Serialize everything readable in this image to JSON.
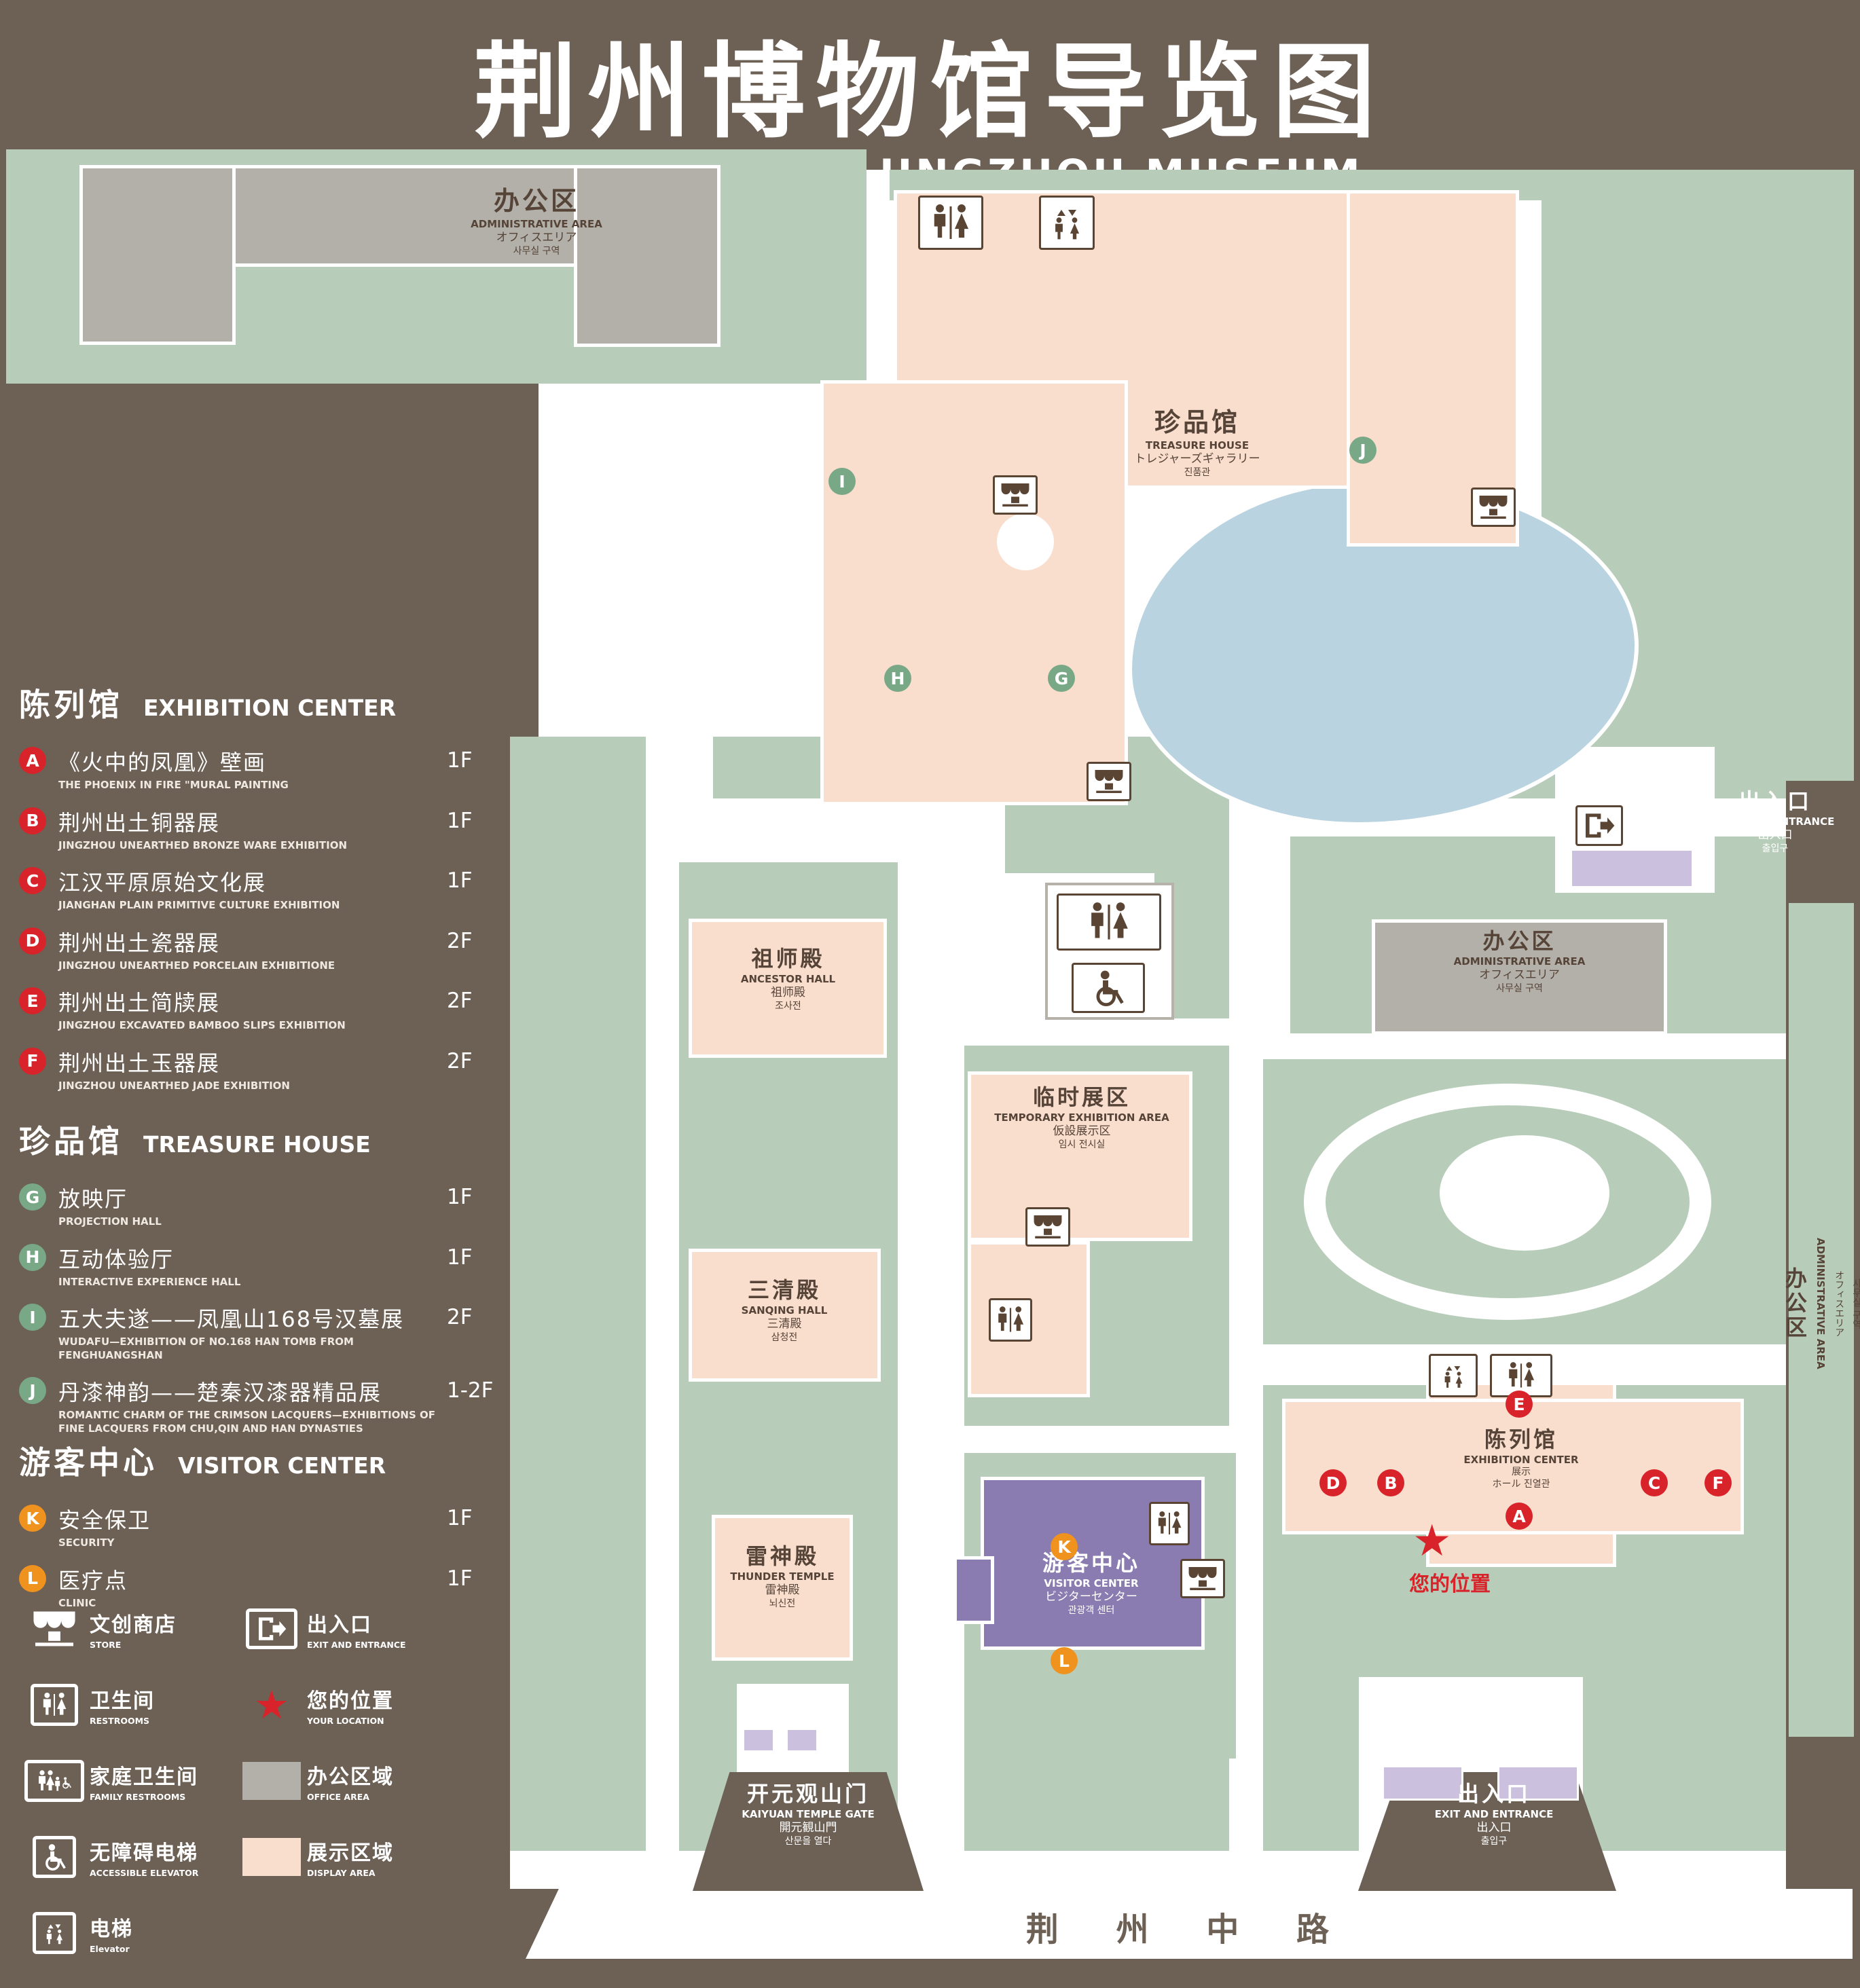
{
  "title": {
    "zh": "荆州博物馆导览图",
    "en": "GUIDE MAP OF JINGZHOU MUSEUM"
  },
  "colors": {
    "background": "#6d6055",
    "ground": "#b7ccb9",
    "display_area": "#f9ddcd",
    "office_area": "#b3afa9",
    "water": "#b9d3e1",
    "visitor_center": "#8a7cb0",
    "entrance": "#cbc0dd",
    "marker_red": "#d8232a",
    "marker_green": "#79a887",
    "marker_orange": "#f0921e",
    "map_text": "#554437"
  },
  "legend": {
    "sections": [
      {
        "zh": "陈列馆",
        "en": "EXHIBITION CENTER",
        "items": [
          {
            "key": "A",
            "zh": "《火中的凤凰》壁画",
            "en": "THE PHOENIX IN FIRE \"MURAL PAINTING",
            "floor": "1F"
          },
          {
            "key": "B",
            "zh": "荆州出土铜器展",
            "en": "JINGZHOU UNEARTHED BRONZE WARE EXHIBITION",
            "floor": "1F"
          },
          {
            "key": "C",
            "zh": "江汉平原原始文化展",
            "en": "JIANGHAN PLAIN PRIMITIVE CULTURE EXHIBITION",
            "floor": "1F"
          },
          {
            "key": "D",
            "zh": "荆州出土瓷器展",
            "en": "JINGZHOU UNEARTHED PORCELAIN EXHIBITIONE",
            "floor": "2F"
          },
          {
            "key": "E",
            "zh": "荆州出土简牍展",
            "en": "JINGZHOU EXCAVATED BAMBOO SLIPS EXHIBITION",
            "floor": "2F"
          },
          {
            "key": "F",
            "zh": "荆州出土玉器展",
            "en": "JINGZHOU UNEARTHED JADE EXHIBITION",
            "floor": "2F"
          }
        ]
      },
      {
        "zh": "珍品馆",
        "en": "TREASURE HOUSE",
        "items": [
          {
            "key": "G",
            "zh": "放映厅",
            "en": "PROJECTION HALL",
            "floor": "1F"
          },
          {
            "key": "H",
            "zh": "互动体验厅",
            "en": "INTERACTIVE EXPERIENCE HALL",
            "floor": "1F"
          },
          {
            "key": "I",
            "zh": "五大夫遂——凤凰山168号汉墓展",
            "en": "WUDAFU—EXHIBITION OF NO.168 HAN TOMB FROM FENGHUANGSHAN",
            "floor": "2F"
          },
          {
            "key": "J",
            "zh": "丹漆神韵——楚秦汉漆器精品展",
            "en": "ROMANTIC CHARM OF THE CRIMSON LACQUERS—EXHIBITIONS OF FINE LACQUERS FROM CHU,QIN AND HAN DYNASTIES",
            "floor": "1-2F"
          }
        ]
      },
      {
        "zh": "游客中心",
        "en": "VISITOR CENTER",
        "items": [
          {
            "key": "K",
            "zh": "安全保卫",
            "en": "SECURITY",
            "floor": "1F"
          },
          {
            "key": "L",
            "zh": "医疗点",
            "en": "CLINIC",
            "floor": "1F"
          }
        ]
      }
    ],
    "symbols_left": [
      {
        "zh": "文创商店",
        "en": "STORE"
      },
      {
        "zh": "卫生间",
        "en": "RESTROOMS"
      },
      {
        "zh": "家庭卫生间",
        "en": "FAMILY RESTROOMS"
      },
      {
        "zh": "无障碍电梯",
        "en": "ACCESSIBLE ELEVATOR"
      },
      {
        "zh": "电梯",
        "en": "Elevator"
      }
    ],
    "symbols_right": [
      {
        "zh": "出入口",
        "en": "EXIT AND ENTRANCE"
      },
      {
        "zh": "您的位置",
        "en": "YOUR LOCATION"
      },
      {
        "zh": "办公区域",
        "en": "OFFICE AREA"
      },
      {
        "zh": "展示区域",
        "en": "DISPLAY AREA"
      }
    ]
  },
  "map": {
    "buildings": {
      "admin_top": {
        "lines": [
          "办公区",
          "ADMINISTRATIVE AREA",
          "オフィスエリア",
          "사무실 구역"
        ]
      },
      "treasure": {
        "lines": [
          "珍品馆",
          "TREASURE HOUSE",
          "トレジャーズギャラリー",
          "진품관"
        ]
      },
      "ancestor": {
        "lines": [
          "祖师殿",
          "ANCESTOR HALL",
          "祖师殿",
          "조사전"
        ]
      },
      "temporary": {
        "lines": [
          "临时展区",
          "TEMPORARY EXHIBITION AREA",
          "仮設展示区",
          "임시 전시실"
        ]
      },
      "sanqing": {
        "lines": [
          "三清殿",
          "SANQING HALL",
          "三清殿",
          "삼청전"
        ]
      },
      "thunder": {
        "lines": [
          "雷神殿",
          "THUNDER TEMPLE",
          "雷神殿",
          "뇌신전"
        ]
      },
      "visitor": {
        "lines": [
          "游客中心",
          "VISITOR CENTER",
          "ビジターセンター",
          "관광객 센터"
        ]
      },
      "exhibition": {
        "lines": [
          "陈列馆",
          "EXHIBITION CENTER",
          "展示",
          "ホール 진열관"
        ]
      },
      "admin_right": {
        "lines": [
          "办公区",
          "ADMINISTRATIVE AREA",
          "オフィスエリア",
          "사무실 구역"
        ]
      },
      "admin_strip": {
        "lines": [
          "办公区",
          "ADMINISTRATIVE AREA",
          "オフィスエリア",
          "사무실 구역"
        ]
      }
    },
    "exit_top_right": {
      "lines": [
        "出入口",
        "EXIT AND ENTRANCE",
        "出入口",
        "출입구"
      ]
    },
    "exit_bottom": {
      "lines": [
        "出入口",
        "EXIT AND ENTRANCE",
        "出入口",
        "출입구"
      ]
    },
    "gate": {
      "lines": [
        "开元观山门",
        "KAIYUAN TEMPLE GATE",
        "開元観山門",
        "산문을 열다"
      ]
    },
    "road": "荆 州 中 路",
    "your_location": "您的位置",
    "location_star": "★",
    "markers": [
      {
        "label": "A"
      },
      {
        "label": "B"
      },
      {
        "label": "C"
      },
      {
        "label": "D"
      },
      {
        "label": "E"
      },
      {
        "label": "F"
      },
      {
        "label": "G"
      },
      {
        "label": "H"
      },
      {
        "label": "I"
      },
      {
        "label": "J"
      },
      {
        "label": "K"
      },
      {
        "label": "L"
      }
    ]
  }
}
